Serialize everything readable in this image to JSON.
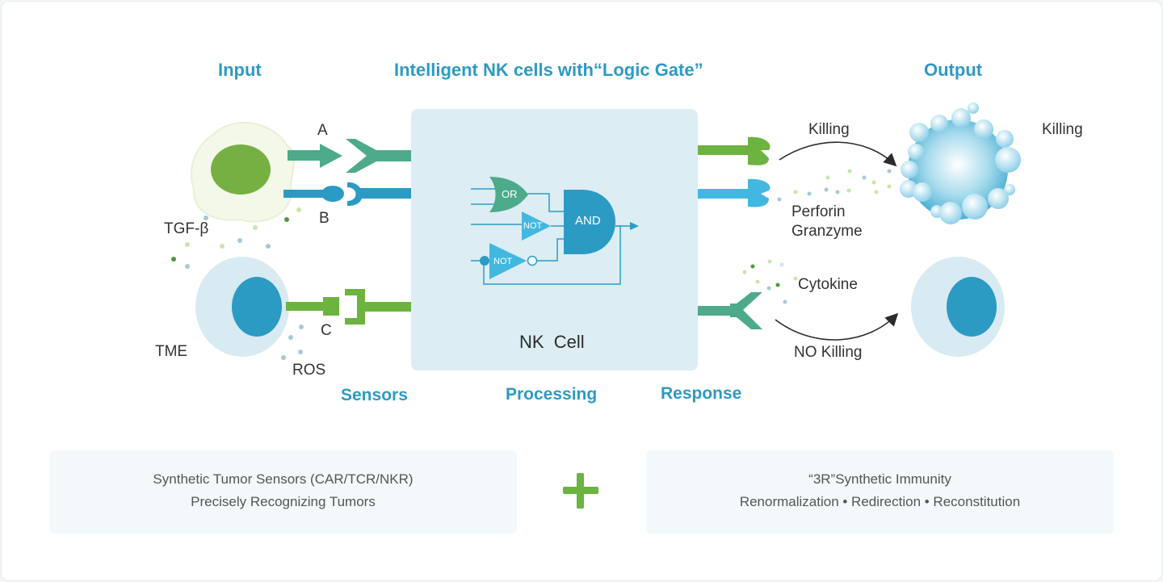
{
  "headings": {
    "input": "Input",
    "center": "Intelligent NK cells with“Logic Gate”",
    "output": "Output"
  },
  "stages": {
    "sensors": "Sensors",
    "processing": "Processing",
    "response": "Response"
  },
  "input_labels": {
    "a": "A",
    "b": "B",
    "c": "C",
    "tgf": "TGF-β",
    "tme": "TME",
    "ros": "ROS"
  },
  "gates": {
    "or": "OR",
    "not1": "NOT",
    "not2": "NOT",
    "and": "AND"
  },
  "nk_cell": "NK  Cell",
  "output_labels": {
    "killing_arrow": "Killing",
    "killing_cell": "Killing",
    "perforin": "Perforin",
    "granzyme": "Granzyme",
    "cytokine": "Cytokine",
    "no_killing": "NO Killing"
  },
  "panels": {
    "left_line1": "Synthetic Tumor Sensors (CAR/TCR/NKR)",
    "left_line2": "Precisely Recognizing Tumors",
    "right_line1": "“3R”Synthetic Immunity",
    "right_line2": "Renormalization • Redirection • Reconstitution"
  },
  "colors": {
    "heading_blue": "#2e9ac3",
    "green": "#6cb33f",
    "teal_green": "#4daa8a",
    "blue": "#2c9bc4",
    "light_blue": "#42b8e0",
    "nk_box": "#dcedf3"
  },
  "icons": {
    "plus": "plus-icon",
    "arrow": "curved-arrow-icon"
  }
}
